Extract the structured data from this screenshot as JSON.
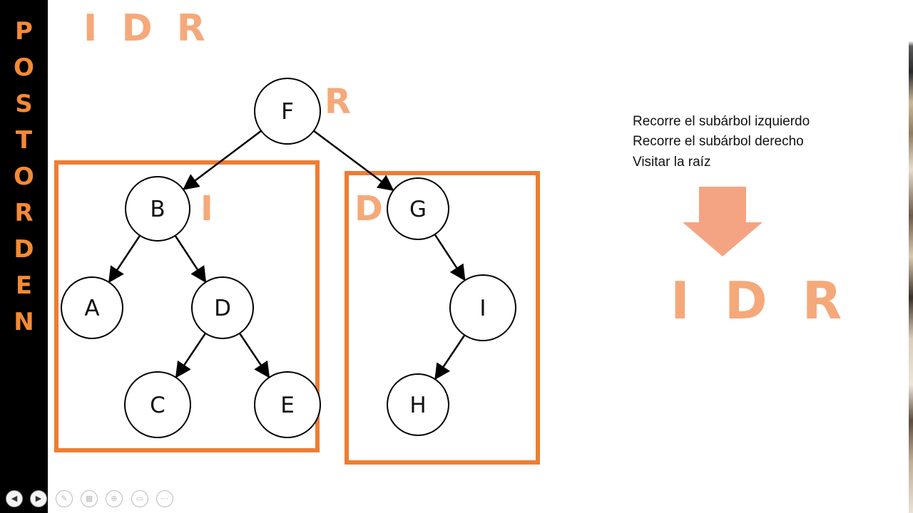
{
  "side_title": {
    "letters": [
      "P",
      "O",
      "S",
      "T",
      "O",
      "R",
      "D",
      "E",
      "N"
    ],
    "color": "#f58a34"
  },
  "slide": {
    "title": "I D R",
    "tags": {
      "root": "R",
      "left": "I",
      "right": "D"
    },
    "steps": [
      "Recorre el subárbol izquierdo",
      "Recorre el subárbol derecho",
      "Visitar la raíz"
    ],
    "result": "I D R",
    "accent_color": "#f5a97a",
    "box_color": "#ee7d32"
  },
  "tree": {
    "nodes": [
      "F",
      "B",
      "G",
      "A",
      "D",
      "I",
      "C",
      "E",
      "H"
    ],
    "edges": [
      [
        "F",
        "B"
      ],
      [
        "F",
        "G"
      ],
      [
        "B",
        "A"
      ],
      [
        "B",
        "D"
      ],
      [
        "D",
        "C"
      ],
      [
        "D",
        "E"
      ],
      [
        "G",
        "I"
      ],
      [
        "I",
        "H"
      ]
    ]
  },
  "toolbar": {
    "icons": [
      "prev-slide-icon",
      "next-slide-icon",
      "pen-icon",
      "slides-grid-icon",
      "zoom-icon",
      "subtitles-icon",
      "more-icon"
    ]
  }
}
